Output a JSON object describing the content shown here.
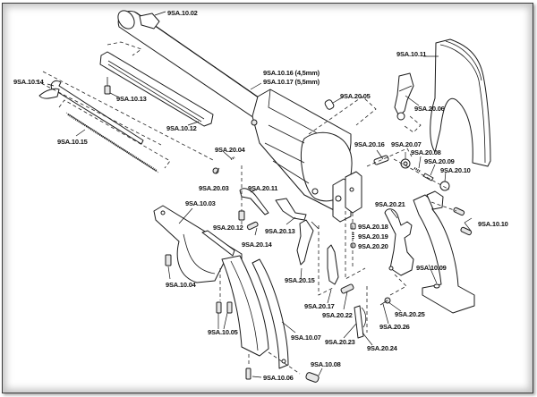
{
  "diagram": {
    "type": "exploded-parts-view",
    "subject": "single action revolver",
    "labels": {
      "barrel_sight": "9SA.10.02",
      "trigger_guard": "9SA.10.03",
      "tg_screw_front": "9SA.10.04",
      "tg_screws": "9SA.10.05",
      "backstrap_screw_bottom": "9SA.10.06",
      "backstrap": "9SA.10.07",
      "backstrap_screw": "9SA.10.08",
      "grip_frame": "9SA.10.09",
      "grip_frame_screws": "9SA.10.10",
      "grip_panel": "9SA.10.11",
      "ejector_housing": "9SA.10.12",
      "ejector_screw": "9SA.10.13",
      "ejector_rod": "9SA.10.14",
      "ejector_spring": "9SA.10.15",
      "cylinder_a": "9SA.10.16 (4,5mm)",
      "cylinder_b": "9SA.10.17 (5,5mm)",
      "screw_2003": "9SA.20.03",
      "spring_2004": "9SA.20.04",
      "bushing_2005": "9SA.20.05",
      "gate_2006": "9SA.20.06",
      "nut_2007": "9SA.20.07",
      "spring_2008": "9SA.20.08",
      "pin_2009": "9SA.20.09",
      "cap_2010": "9SA.20.10",
      "spring_2011": "9SA.20.11",
      "screw_2012": "9SA.20.12",
      "bolt_2013": "9SA.20.13",
      "screw_2014": "9SA.20.14",
      "trigger_2015": "9SA.20.15",
      "pin_2016": "9SA.20.16",
      "hand_2017": "9SA.20.17",
      "plunger_2018": "9SA.20.18",
      "spring_2019": "9SA.20.19",
      "ball_2020": "9SA.20.20",
      "hammer_2021": "9SA.20.21",
      "screw_2022": "9SA.20.22",
      "mainspring_2023": "9SA.20.23",
      "spring_2024": "9SA.20.24",
      "pin_2025": "9SA.20.25",
      "pin_2026": "9SA.20.26"
    }
  }
}
